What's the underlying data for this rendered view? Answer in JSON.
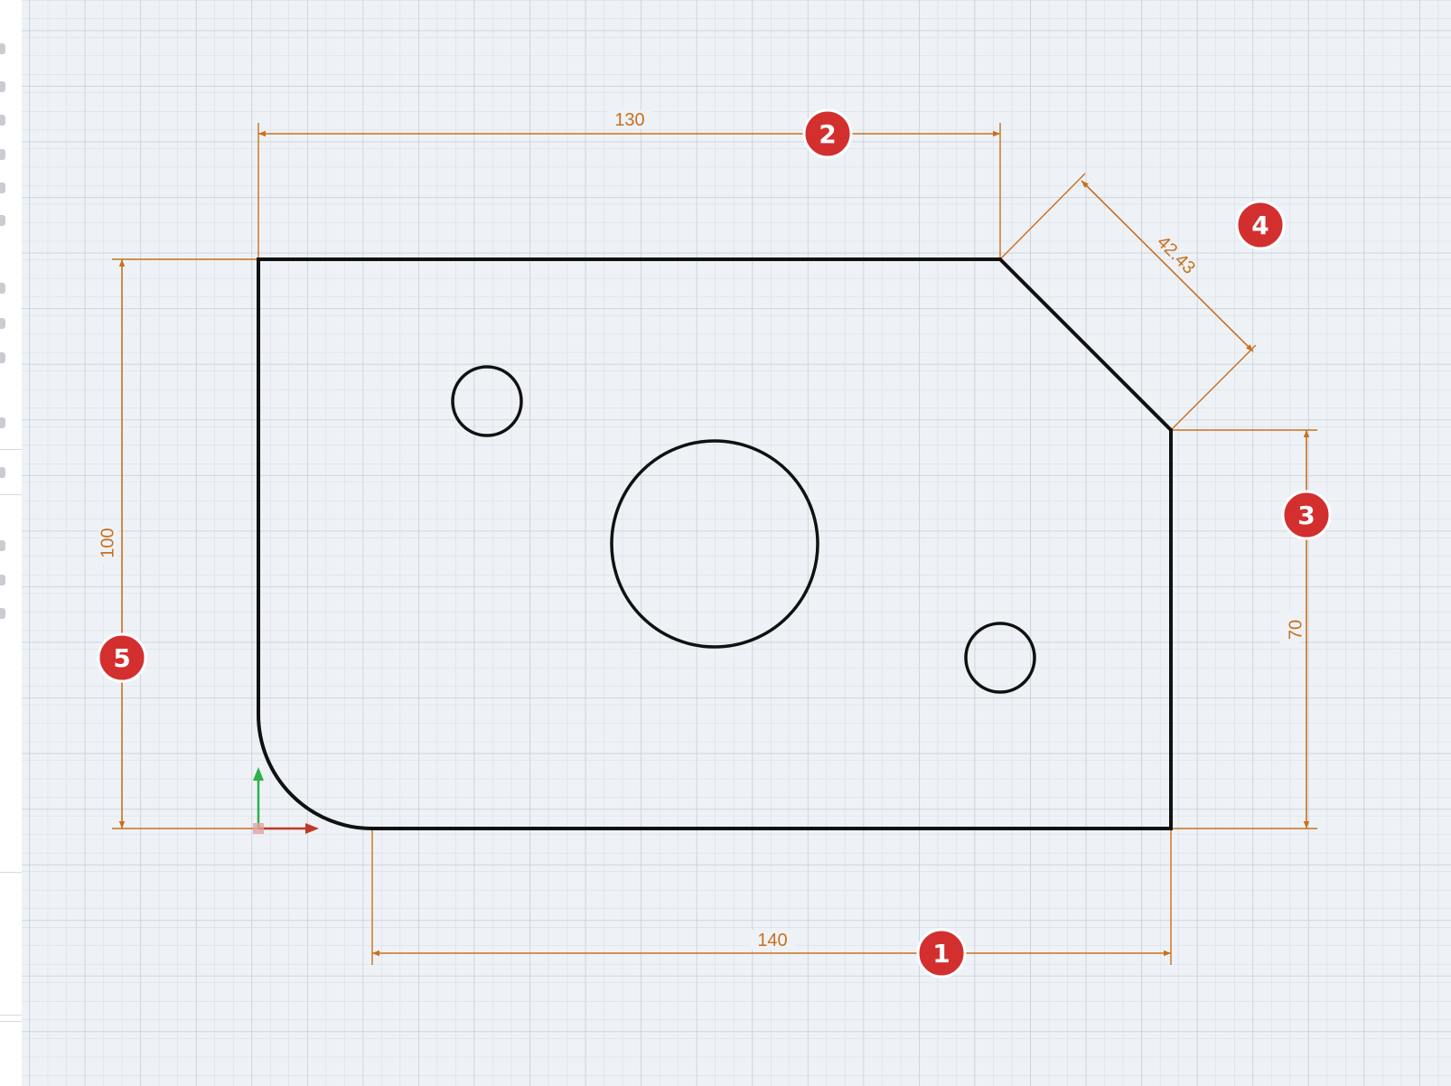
{
  "colors": {
    "background": "#eef2f6",
    "grid_minor": "#d3dbe3",
    "grid_major": "#c2ccd6",
    "sketch_line": "#111111",
    "dimension": "#c8701e",
    "badge_fill": "#d32f2f",
    "axis_x": "#c0392b",
    "axis_y": "#2fb04a"
  },
  "dimensions": {
    "bottom_length": "140",
    "top_length": "130",
    "right_height": "70",
    "chamfer_length": "42.43",
    "left_height": "100"
  },
  "badges": {
    "b1": "1",
    "b2": "2",
    "b3": "3",
    "b4": "4",
    "b5": "5"
  }
}
